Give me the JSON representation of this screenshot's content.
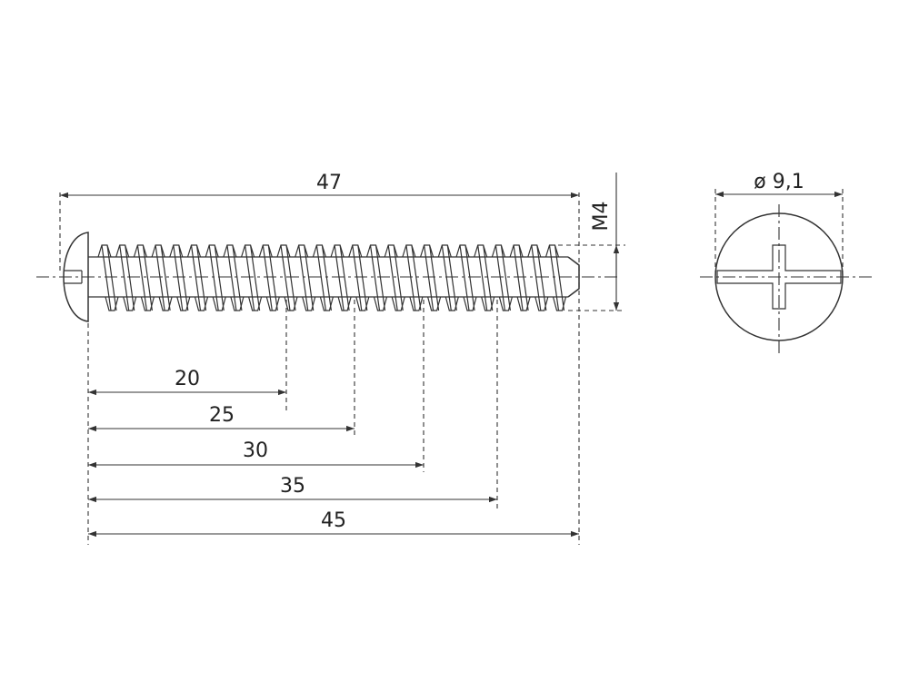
{
  "drawing": {
    "overall_length_label": "47",
    "thread_label": "M4",
    "head_diameter_label": "ø 9,1",
    "thread_length_labels": [
      "20",
      "25",
      "30",
      "35",
      "45"
    ]
  },
  "style": {
    "line_color": "#333333",
    "background": "#ffffff"
  }
}
